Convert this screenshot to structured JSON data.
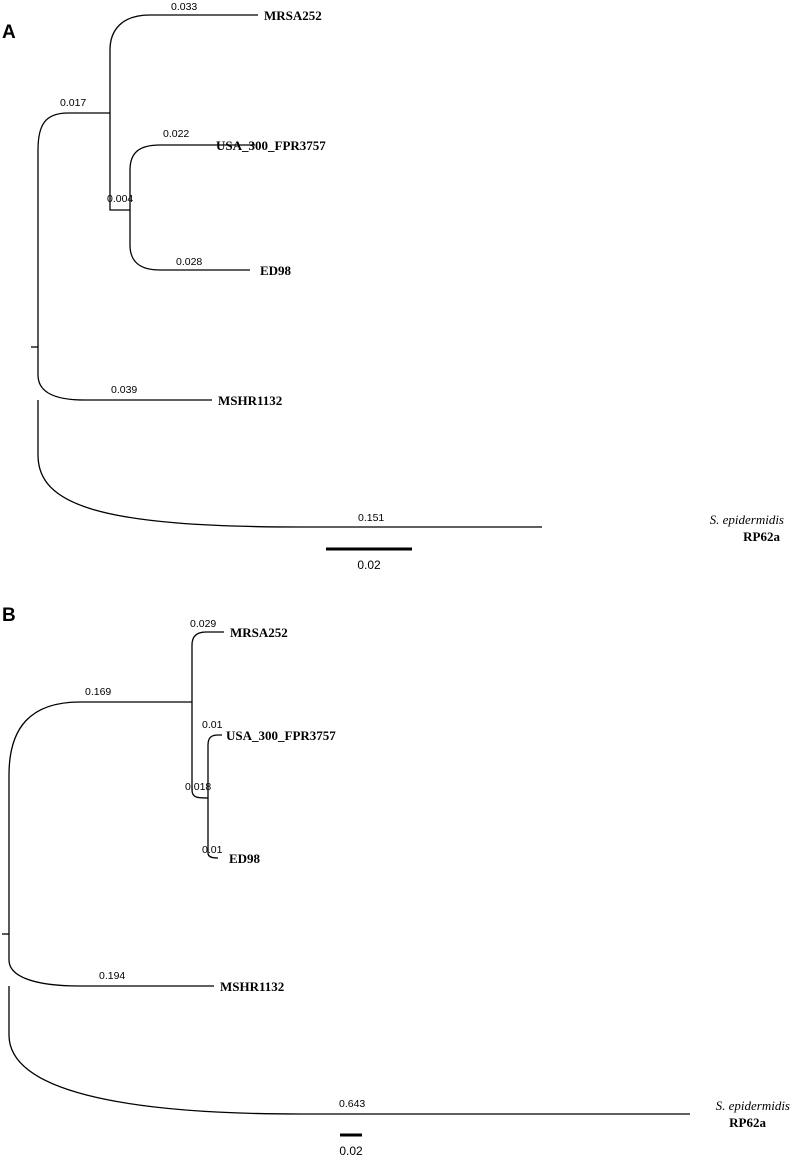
{
  "panel_a": {
    "letter": "A",
    "scale_label": "0.02",
    "branch_lengths": {
      "mrsa252": "0.033",
      "clade": "0.017",
      "usa300": "0.022",
      "inner": "0.004",
      "ed98": "0.028",
      "mshr1132": "0.039",
      "sepi": "0.151"
    },
    "taxa": {
      "mrsa252": "MRSA252",
      "usa300": "USA_300_FPR3757",
      "ed98": "ED98",
      "mshr1132": "MSHR1132",
      "sepi_species": "S. epidermidis",
      "sepi_strain": "RP62a"
    }
  },
  "panel_b": {
    "letter": "B",
    "scale_label": "0.02",
    "branch_lengths": {
      "mrsa252": "0.029",
      "clade": "0.169",
      "usa300": "0.01",
      "inner": "0.018",
      "ed98": "0.01",
      "mshr1132": "0.194",
      "sepi": "0.643"
    },
    "taxa": {
      "mrsa252": "MRSA252",
      "usa300": "USA_300_FPR3757",
      "ed98": "ED98",
      "mshr1132": "MSHR1132",
      "sepi_species": "S. epidermidis",
      "sepi_strain": "RP62a"
    }
  }
}
